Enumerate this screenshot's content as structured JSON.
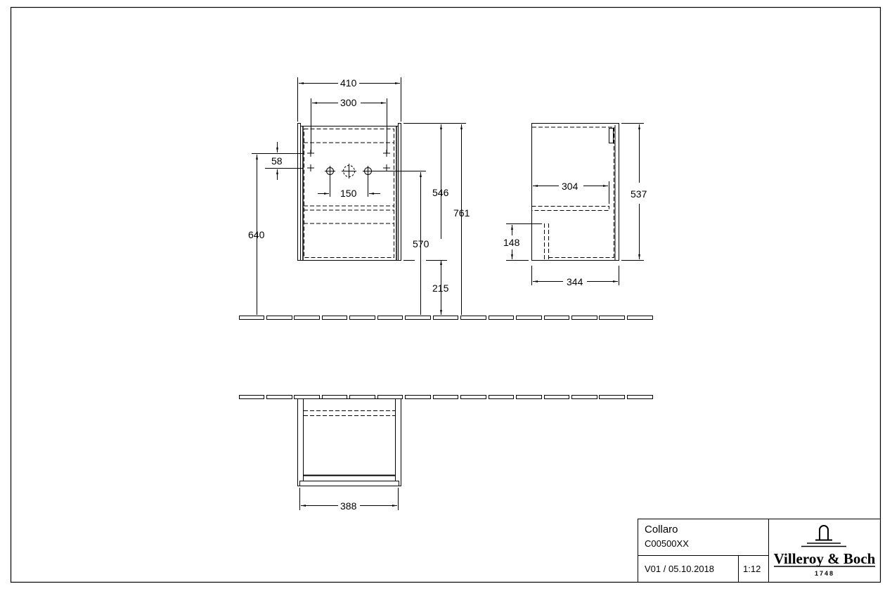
{
  "drawing": {
    "front_view": {
      "dims": {
        "width_total": "410",
        "hole_spacing": "300",
        "hole_offset": "58",
        "tap_spacing": "150",
        "height_to_holes": "640",
        "height_to_tap": "570",
        "cabinet_height": "546",
        "total_height": "761",
        "floor_gap": "215"
      }
    },
    "side_view": {
      "dims": {
        "shelf_depth": "304",
        "height": "537",
        "plinth_height": "148",
        "depth": "344"
      }
    },
    "top_view": {
      "dims": {
        "inner_width": "388"
      }
    }
  },
  "title_block": {
    "product_name": "Collaro",
    "product_code": "C00500XX",
    "version_date": "V01 / 05.10.2018",
    "scale": "1:12",
    "brand": "Villeroy & Boch",
    "brand_year": "1748"
  }
}
